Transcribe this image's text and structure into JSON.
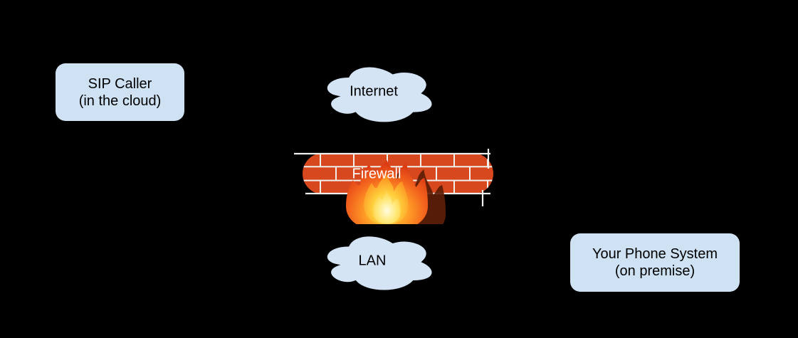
{
  "diagram": {
    "background_color": "#000000",
    "nodes": {
      "sip_caller": {
        "line1": "SIP Caller",
        "line2": "(in the cloud)",
        "shape": "rounded-rectangle",
        "fill": "#cfe2f3",
        "text_color": "#000000"
      },
      "internet": {
        "label": "Internet",
        "shape": "cloud",
        "fill": "#d4e4f5",
        "stroke": "#000000",
        "text_color": "#000000"
      },
      "firewall": {
        "label": "Firewall",
        "shape": "brick-wall",
        "brick_color": "#d7481f",
        "mortar_color": "#f2f0ec",
        "text_color": "#ffffff"
      },
      "lan": {
        "label": "LAN",
        "shape": "cloud",
        "fill": "#d4e4f5",
        "stroke": "#000000",
        "text_color": "#000000"
      },
      "phone_system": {
        "line1": "Your Phone System",
        "line2": "(on premise)",
        "shape": "rounded-rectangle",
        "fill": "#cfe2f3",
        "text_color": "#000000"
      }
    },
    "icons": [
      {
        "name": "fire-icon",
        "description": "glossy flame with dark cast shadow on wall and gray ground shadow",
        "colors": [
          "#ffd84d",
          "#ff9f27",
          "#f3641d",
          "#dd3d14",
          "#5e1e08"
        ]
      }
    ]
  }
}
